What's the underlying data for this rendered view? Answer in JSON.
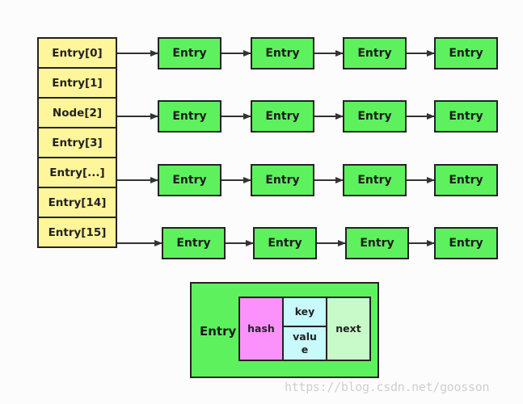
{
  "buckets": [
    {
      "label": "Entry[0]",
      "has_chain": true
    },
    {
      "label": "Entry[1]",
      "has_chain": false
    },
    {
      "label": "Node[2]",
      "has_chain": true
    },
    {
      "label": "Entry[3]",
      "has_chain": false
    },
    {
      "label": "Entry[...]",
      "has_chain": true
    },
    {
      "label": "Entry[14]",
      "has_chain": false
    },
    {
      "label": "Entry[15]",
      "has_chain": true
    }
  ],
  "chains": [
    {
      "bucket": "Entry[0]",
      "nodes": [
        "Entry",
        "Entry",
        "Entry",
        "Entry"
      ]
    },
    {
      "bucket": "Node[2]",
      "nodes": [
        "Entry",
        "Entry",
        "Entry",
        "Entry"
      ]
    },
    {
      "bucket": "Entry[...]",
      "nodes": [
        "Entry",
        "Entry",
        "Entry",
        "Entry"
      ]
    },
    {
      "bucket": "Entry[15]",
      "nodes": [
        "Entry",
        "Entry",
        "Entry",
        "Entry"
      ]
    }
  ],
  "legend": {
    "title": "Entry",
    "fields": {
      "hash": "hash",
      "key": "key",
      "value": "value",
      "next": "next"
    }
  },
  "colors": {
    "bucket": "#fff69b",
    "node": "#5ef15e",
    "hash": "#fb92fb",
    "key_value": "#c8f9fb",
    "next": "#c8f9c8"
  },
  "watermark": "https://blog.csdn.net/goosson"
}
